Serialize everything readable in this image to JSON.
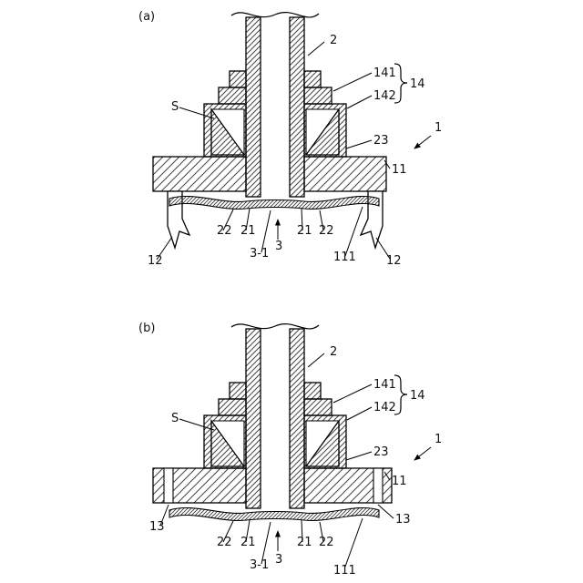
{
  "colors": {
    "line": "#000000",
    "background": "#ffffff"
  },
  "figures": {
    "a": {
      "title": "(a)"
    },
    "b": {
      "title": "(b)"
    }
  },
  "labels": {
    "n1": "1",
    "n2": "2",
    "n3": "3",
    "n3_1": "3-1",
    "n11": "11",
    "n12": "12",
    "n13": "13",
    "n14": "14",
    "n21": "21",
    "n22": "22",
    "n23": "23",
    "n111": "111",
    "n141": "141",
    "n142": "142",
    "s": "S"
  }
}
